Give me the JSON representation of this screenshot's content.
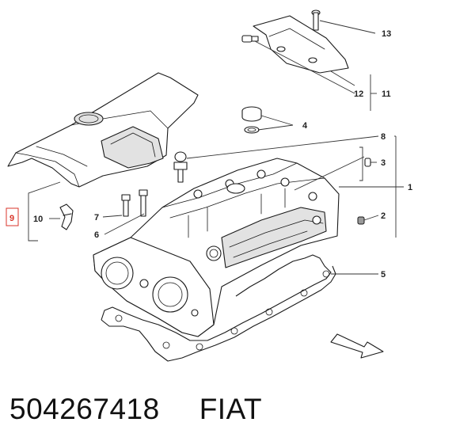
{
  "callouts": {
    "c1": "1",
    "c2": "2",
    "c3": "3",
    "c4": "4",
    "c5": "5",
    "c6": "6",
    "c7": "7",
    "c8": "8",
    "c9": "9",
    "c10": "10",
    "c11": "11",
    "c12": "12",
    "c13": "13"
  },
  "footer": {
    "part_number": "504267418",
    "brand": "FIAT"
  },
  "colors": {
    "highlight": "#d9362b",
    "line": "#1a1a1a"
  }
}
